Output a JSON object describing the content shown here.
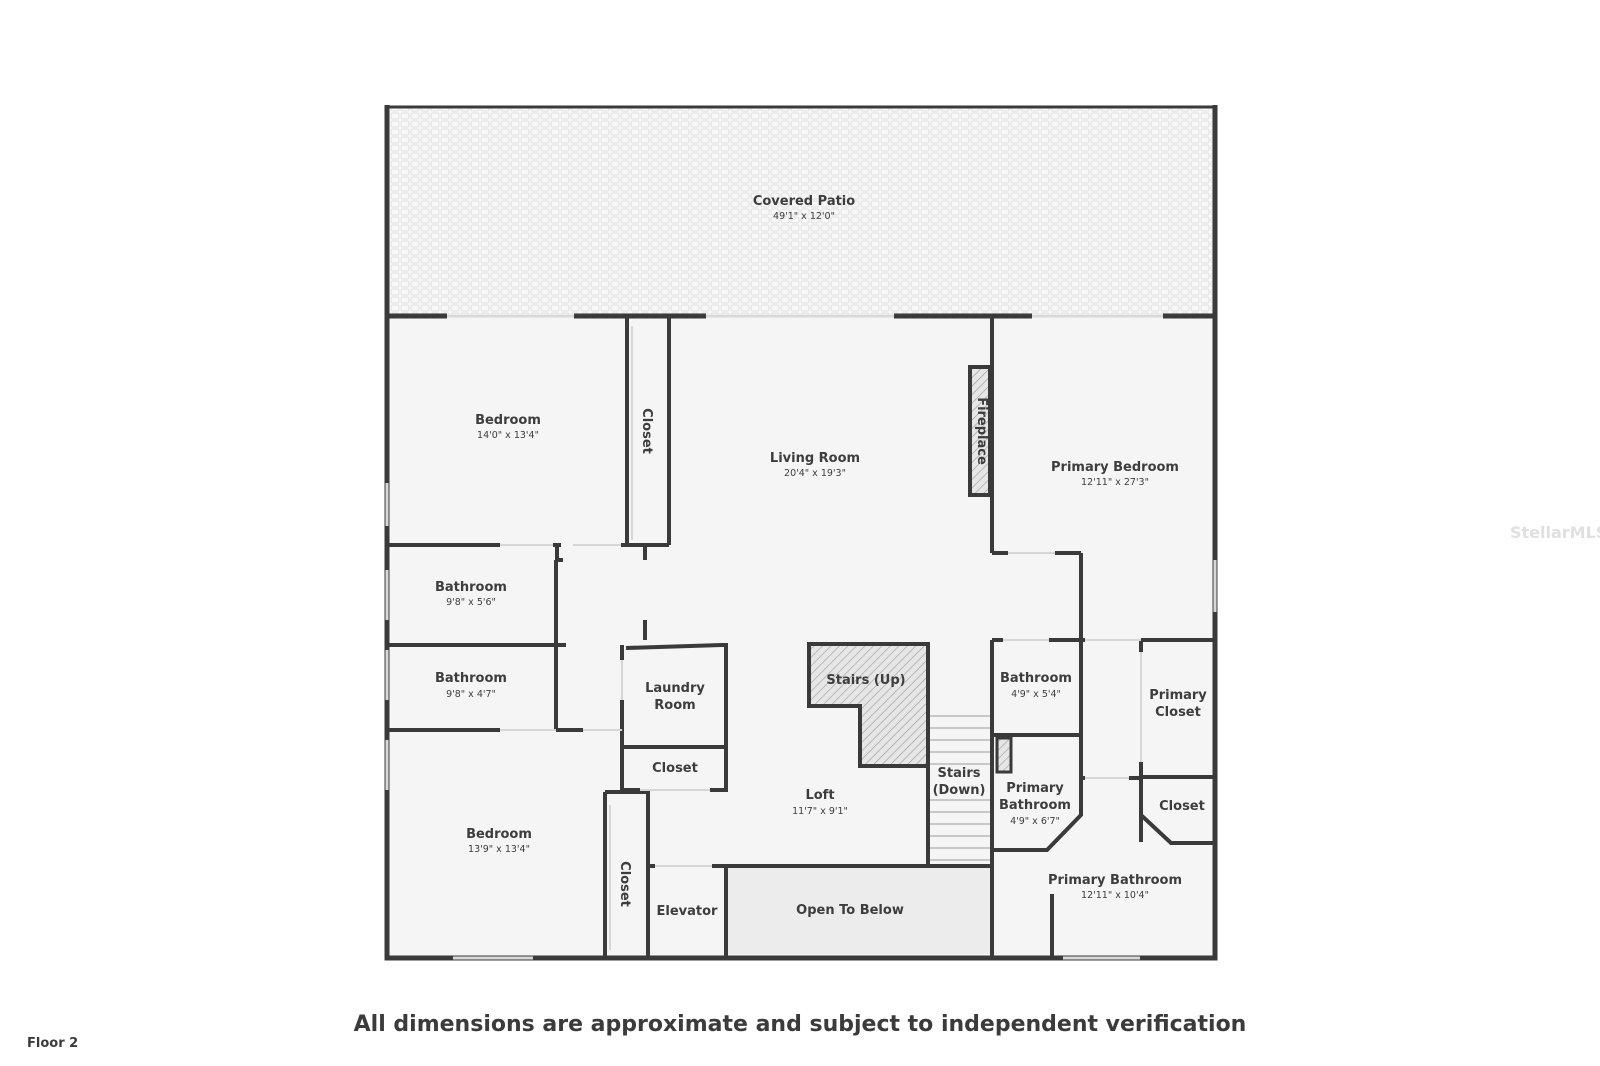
{
  "rooms": {
    "covered_patio": {
      "name": "Covered Patio",
      "dim": "49'1\" x 12'0\""
    },
    "bedroom_top": {
      "name": "Bedroom",
      "dim": "14'0\" x 13'4\""
    },
    "closet_top": {
      "name": "Closet"
    },
    "living_room": {
      "name": "Living Room",
      "dim": "20'4\" x 19'3\""
    },
    "fireplace": {
      "name": "Fireplace"
    },
    "primary_bedroom": {
      "name": "Primary Bedroom",
      "dim": "12'11\" x 27'3\""
    },
    "bathroom_1": {
      "name": "Bathroom",
      "dim": "9'8\" x 5'6\""
    },
    "bathroom_2": {
      "name": "Bathroom",
      "dim": "9'8\" x 4'7\""
    },
    "laundry": {
      "line1": "Laundry",
      "line2": "Room"
    },
    "stairs_up": {
      "name": "Stairs (Up)"
    },
    "bathroom_3": {
      "name": "Bathroom",
      "dim": "4'9\" x 5'4\""
    },
    "primary_closet": {
      "line1": "Primary",
      "line2": "Closet"
    },
    "closet_mid": {
      "name": "Closet"
    },
    "stairs_down": {
      "line1": "Stairs",
      "line2": "(Down)"
    },
    "loft": {
      "name": "Loft",
      "dim": "11'7\" x 9'1\""
    },
    "primary_bath_small": {
      "line1": "Primary",
      "line2": "Bathroom",
      "dim": "4'9\" x 6'7\""
    },
    "closet_right": {
      "name": "Closet"
    },
    "bedroom_bottom": {
      "name": "Bedroom",
      "dim": "13'9\" x 13'4\""
    },
    "closet_bottom": {
      "name": "Closet"
    },
    "elevator": {
      "name": "Elevator"
    },
    "open_to_below": {
      "name": "Open To Below"
    },
    "primary_bathroom": {
      "name": "Primary Bathroom",
      "dim": "12'11\" x 10'4\""
    }
  },
  "disclaimer": "All dimensions are approximate and subject to independent verification",
  "floor_label": "Floor 2",
  "watermark": "StellarMLS",
  "colors": {
    "wall": "#3a3a3a",
    "floor": "#f5f5f5",
    "open_below": "#ececec",
    "window": "#d8d8d8"
  }
}
